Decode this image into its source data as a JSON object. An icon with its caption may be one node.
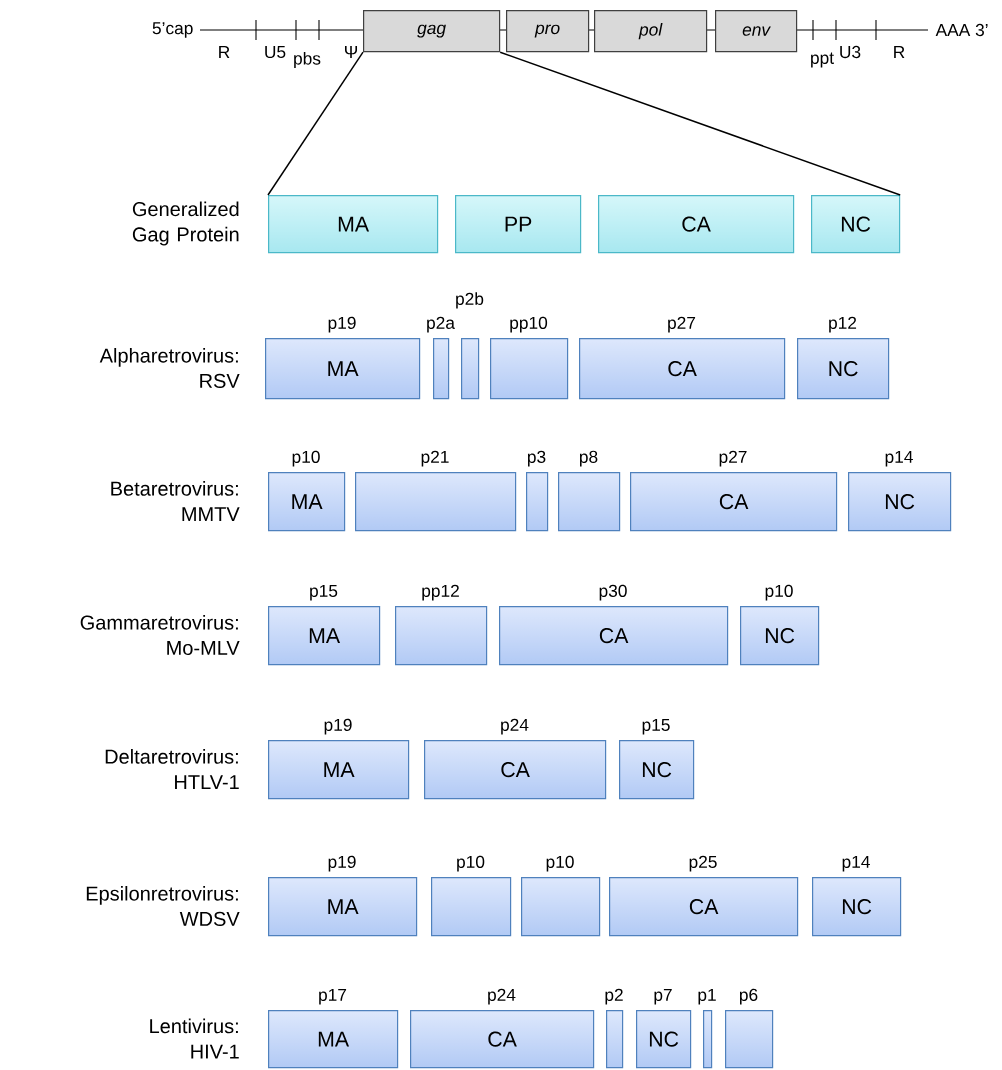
{
  "diagram": {
    "nodes": [
      {
        "text": [
          "gag"
        ]
      },
      {
        "text": [
          "pro"
        ]
      },
      {
        "text": [
          "pol"
        ]
      },
      {
        "text": [
          "env"
        ]
      },
      {
        "text": [
          "MA"
        ]
      },
      {
        "text": [
          "PP"
        ]
      },
      {
        "text": [
          "CA"
        ]
      },
      {
        "text": [
          "NC"
        ]
      },
      {
        "text": [
          "MA"
        ],
        "beside": [
          "p19"
        ]
      },
      {
        "text": [],
        "shape": "box",
        "beside": [
          "p2a"
        ]
      },
      {
        "text": [],
        "shape": "box",
        "beside": [
          "p2b"
        ]
      },
      {
        "text": [],
        "shape": "box",
        "beside": [
          "pp10"
        ]
      },
      {
        "text": [
          "CA"
        ],
        "beside": [
          "p27"
        ]
      },
      {
        "text": [
          "NC"
        ],
        "beside": [
          "p12"
        ]
      },
      {
        "text": [
          "MA"
        ],
        "beside": [
          "p10"
        ]
      },
      {
        "text": [],
        "shape": "box",
        "beside": [
          "p21"
        ]
      },
      {
        "text": [],
        "shape": "box",
        "beside": [
          "p3"
        ]
      },
      {
        "text": [],
        "shape": "box",
        "beside": [
          "p8"
        ]
      },
      {
        "text": [
          "CA"
        ],
        "beside": [
          "p27"
        ]
      },
      {
        "text": [
          "NC"
        ],
        "beside": [
          "p14"
        ]
      },
      {
        "text": [
          "MA"
        ],
        "beside": [
          "p15"
        ]
      },
      {
        "text": [],
        "shape": "box",
        "beside": [
          "pp12"
        ]
      },
      {
        "text": [
          "CA"
        ],
        "beside": [
          "p30"
        ]
      },
      {
        "text": [
          "NC"
        ],
        "beside": [
          "p10"
        ]
      },
      {
        "text": [
          "MA"
        ],
        "beside": [
          "p19"
        ]
      },
      {
        "text": [
          "CA"
        ],
        "beside": [
          "p24"
        ]
      },
      {
        "text": [
          "NC"
        ],
        "beside": [
          "p15"
        ]
      },
      {
        "text": [
          "MA"
        ],
        "beside": [
          "p19"
        ]
      },
      {
        "text": [],
        "shape": "box",
        "beside": [
          "p10"
        ]
      },
      {
        "text": [],
        "shape": "box",
        "beside": [
          "p10"
        ]
      },
      {
        "text": [
          "CA"
        ],
        "beside": [
          "p25"
        ]
      },
      {
        "text": [
          "NC"
        ],
        "beside": [
          "p14"
        ]
      },
      {
        "text": [
          "MA"
        ],
        "beside": [
          "p17"
        ]
      },
      {
        "text": [
          "CA"
        ],
        "beside": [
          "p24"
        ]
      },
      {
        "text": [],
        "shape": "box",
        "beside": [
          "p2"
        ]
      },
      {
        "text": [
          "NC"
        ],
        "beside": [
          "p7"
        ]
      },
      {
        "text": [],
        "shape": "box",
        "beside": [
          "p1"
        ]
      },
      {
        "text": [],
        "shape": "box",
        "beside": [
          "p6"
        ]
      }
    ],
    "edges": [
      {
        "from": 0,
        "to": 4,
        "arrow": "none"
      },
      {
        "from": 0,
        "to": 7,
        "arrow": "none"
      }
    ],
    "labels": [
      "5’cap",
      "R",
      "U5",
      "pbs",
      "Ψ",
      "ppt",
      "U3",
      "R",
      "AAA 3’",
      "Generalized Gag Protein",
      "Alpharetrovirus: RSV",
      "Betaretrovirus: MMTV",
      "Gammaretrovirus: Mo-MLV",
      "Deltaretrovirus: HTLV-1",
      "Epsilonretrovirus: WDSV",
      "Lentivirus: HIV-1"
    ]
  }
}
